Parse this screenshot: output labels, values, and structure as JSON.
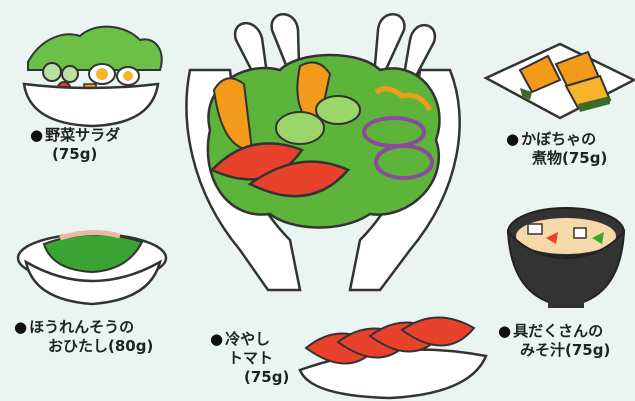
{
  "labels": {
    "salad": {
      "bullet": "●",
      "line1": "野菜サラダ",
      "line2": "(75g)"
    },
    "kabocha": {
      "bullet": "●",
      "line1": "かぼちゃの",
      "line2": "煮物(75g)"
    },
    "hourensou": {
      "bullet": "●",
      "line1": "ほうれんそうの",
      "line2": "おひたし(80g)"
    },
    "tomato": {
      "bullet": "●",
      "line1": "冷やし",
      "line2": "トマト",
      "line3": "(75g)"
    },
    "miso": {
      "bullet": "●",
      "line1": "具だくさんの",
      "line2": "みそ汁(75g)"
    }
  },
  "colors": {
    "background": "#eaf5f2",
    "tomato": "#e8412c",
    "lettuce": "#5cb43a",
    "pumpkin": "#f39a1a",
    "skin": "#ffffff",
    "outline": "#333333"
  }
}
